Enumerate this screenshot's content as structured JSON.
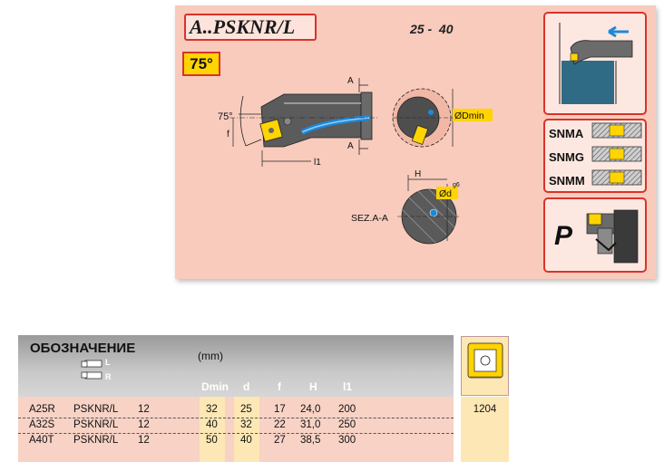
{
  "header": {
    "title": "A..PSKNR/L",
    "range": "25 -  40",
    "angle_badge": "75°"
  },
  "drawing": {
    "angle_label": "75°",
    "dim_a_top": "A",
    "dim_a_bottom": "A",
    "dim_l1": "l1",
    "dim_f": "f",
    "dim_dmin": "ØDmin",
    "dim_h": "H",
    "dim_d": "Ød",
    "dim_g6": "g6",
    "section_label": "SEZ.A-A"
  },
  "inserts": {
    "items": [
      "SNMA",
      "SNMG",
      "SNMM"
    ],
    "iso_group": "P"
  },
  "table": {
    "header_title": "ОБОЗНАЧЕНИЕ",
    "unit_label": "(mm)",
    "hand_labels": [
      "L",
      "R"
    ],
    "columns": [
      "Dmin",
      "d",
      "f",
      "H",
      "l1"
    ],
    "rows": [
      {
        "code": "A25R",
        "name": "PSKNR/L",
        "size": "12",
        "dmin": "32",
        "d": "25",
        "f": "17",
        "h": "24,0",
        "l1": "200"
      },
      {
        "code": "A32S",
        "name": "PSKNR/L",
        "size": "12",
        "dmin": "40",
        "d": "32",
        "f": "22",
        "h": "31,0",
        "l1": "250"
      },
      {
        "code": "A40T",
        "name": "PSKNR/L",
        "size": "12",
        "dmin": "50",
        "d": "40",
        "f": "27",
        "h": "38,5",
        "l1": "300"
      }
    ],
    "insert_code": "1204"
  },
  "colors": {
    "panel": "#f8cbbd",
    "accent_red": "#d8332a",
    "badge_yellow": "#ffd400",
    "coolant_blue": "#1e88d8"
  }
}
